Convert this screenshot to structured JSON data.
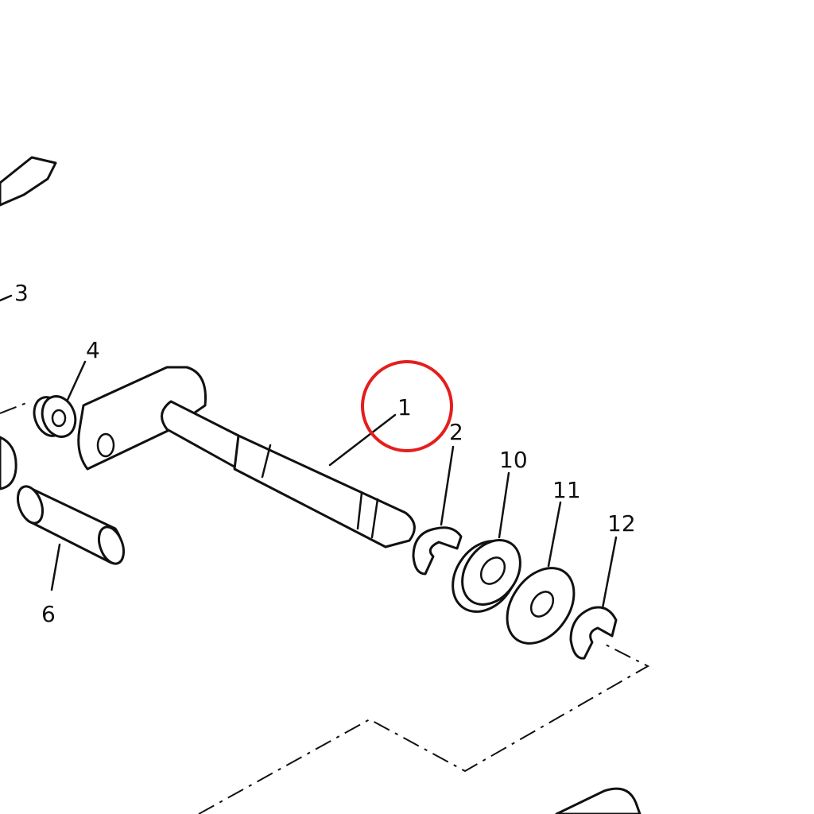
{
  "diagram": {
    "callouts": {
      "part1": "1",
      "part2": "2",
      "part3": "3",
      "part4": "4",
      "part6": "6",
      "part10": "10",
      "part11": "11",
      "part12": "12"
    },
    "highlight_color": "#e41e1e"
  }
}
